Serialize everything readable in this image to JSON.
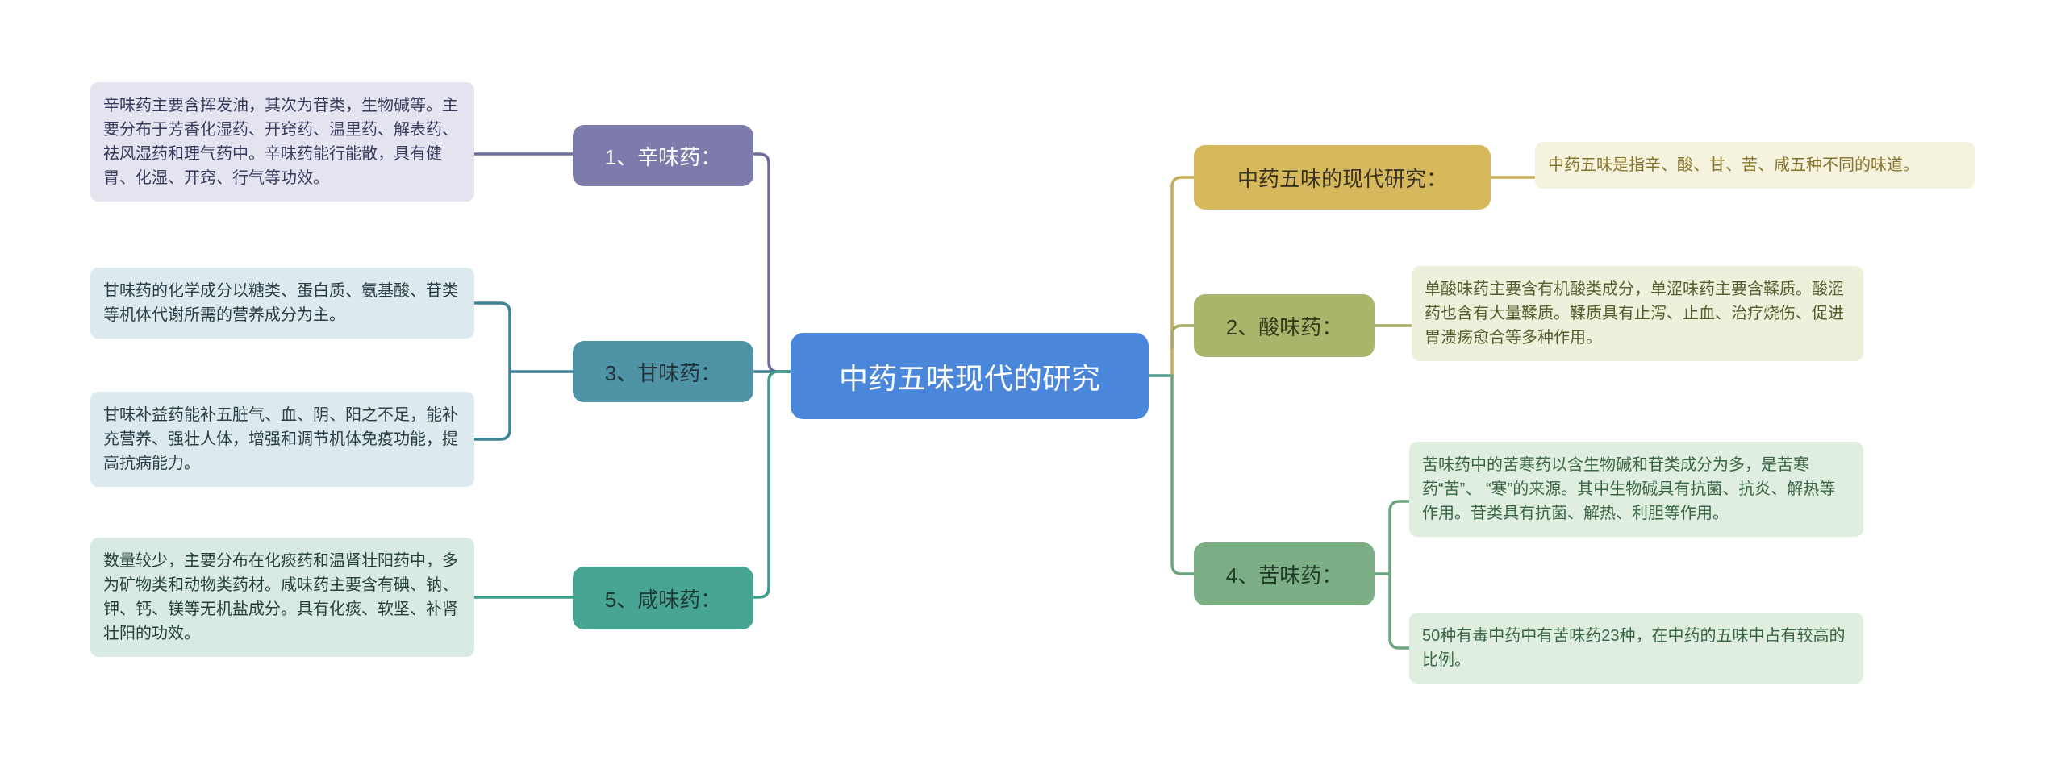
{
  "center": {
    "label": "中药五味现代的研究"
  },
  "left": {
    "xin": {
      "label": "1、辛味药：",
      "note": "辛味药主要含挥发油，其次为苷类，生物碱等。主要分布于芳香化湿药、开窍药、温里药、解表药、祛风湿药和理气药中。辛味药能行能散，具有健胃、化湿、开窍、行气等功效。"
    },
    "gan": {
      "label": "3、甘味药：",
      "note1": "甘味药的化学成分以糖类、蛋白质、氨基酸、苷类等机体代谢所需的营养成分为主。",
      "note2": "甘味补益药能补五脏气、血、阴、阳之不足，能补充营养、强壮人体，增强和调节机体免疫功能，提高抗病能力。"
    },
    "xian": {
      "label": "5、咸味药：",
      "note": "数量较少，主要分布在化痰药和温肾壮阳药中，多为矿物类和动物类药材。咸味药主要含有碘、钠、钾、钙、镁等无机盐成分。具有化痰、软坚、补肾壮阳的功效。"
    }
  },
  "right": {
    "modern": {
      "label": "中药五味的现代研究：",
      "note": "中药五味是指辛、酸、甘、苦、咸五种不同的味道。"
    },
    "suan": {
      "label": "2、酸味药：",
      "note": "单酸味药主要含有机酸类成分，单涩味药主要含鞣质。酸涩药也含有大量鞣质。鞣质具有止泻、止血、治疗烧伤、促进胃溃疡愈合等多种作用。"
    },
    "ku": {
      "label": "4、苦味药：",
      "note1": "苦味药中的苦寒药以含生物碱和苷类成分为多，是苦寒药“苦”、 “寒”的来源。其中生物碱具有抗菌、抗炎、解热等作用。苷类具有抗菌、解热、利胆等作用。",
      "note2": "50种有毒中药中有苦味药23种，在中药的五味中占有较高的比例。"
    }
  },
  "colors": {
    "root_node": "#4a86d9",
    "xin_node": "#7c7bab",
    "gan_node": "#4e93a6",
    "xian_node": "#48a493",
    "modern_node": "#d6b95c",
    "suan_node": "#a9b56b",
    "ku_node": "#7cae85",
    "xin_note_bg": "#e4e3f0",
    "gan_note_bg": "#dce9ee",
    "xian_note_bg": "#d8eae2",
    "modern_note_bg": "#f5f2dd",
    "suan_note_bg": "#eef0dc",
    "ku_note_bg": "#dfeede",
    "edge_purple": "#6e6d9e",
    "edge_teal": "#3e8396",
    "edge_teal_green": "#3f9c8a",
    "edge_gold": "#c8ad57",
    "edge_olive": "#a5ab60",
    "edge_green": "#6ba57e"
  }
}
